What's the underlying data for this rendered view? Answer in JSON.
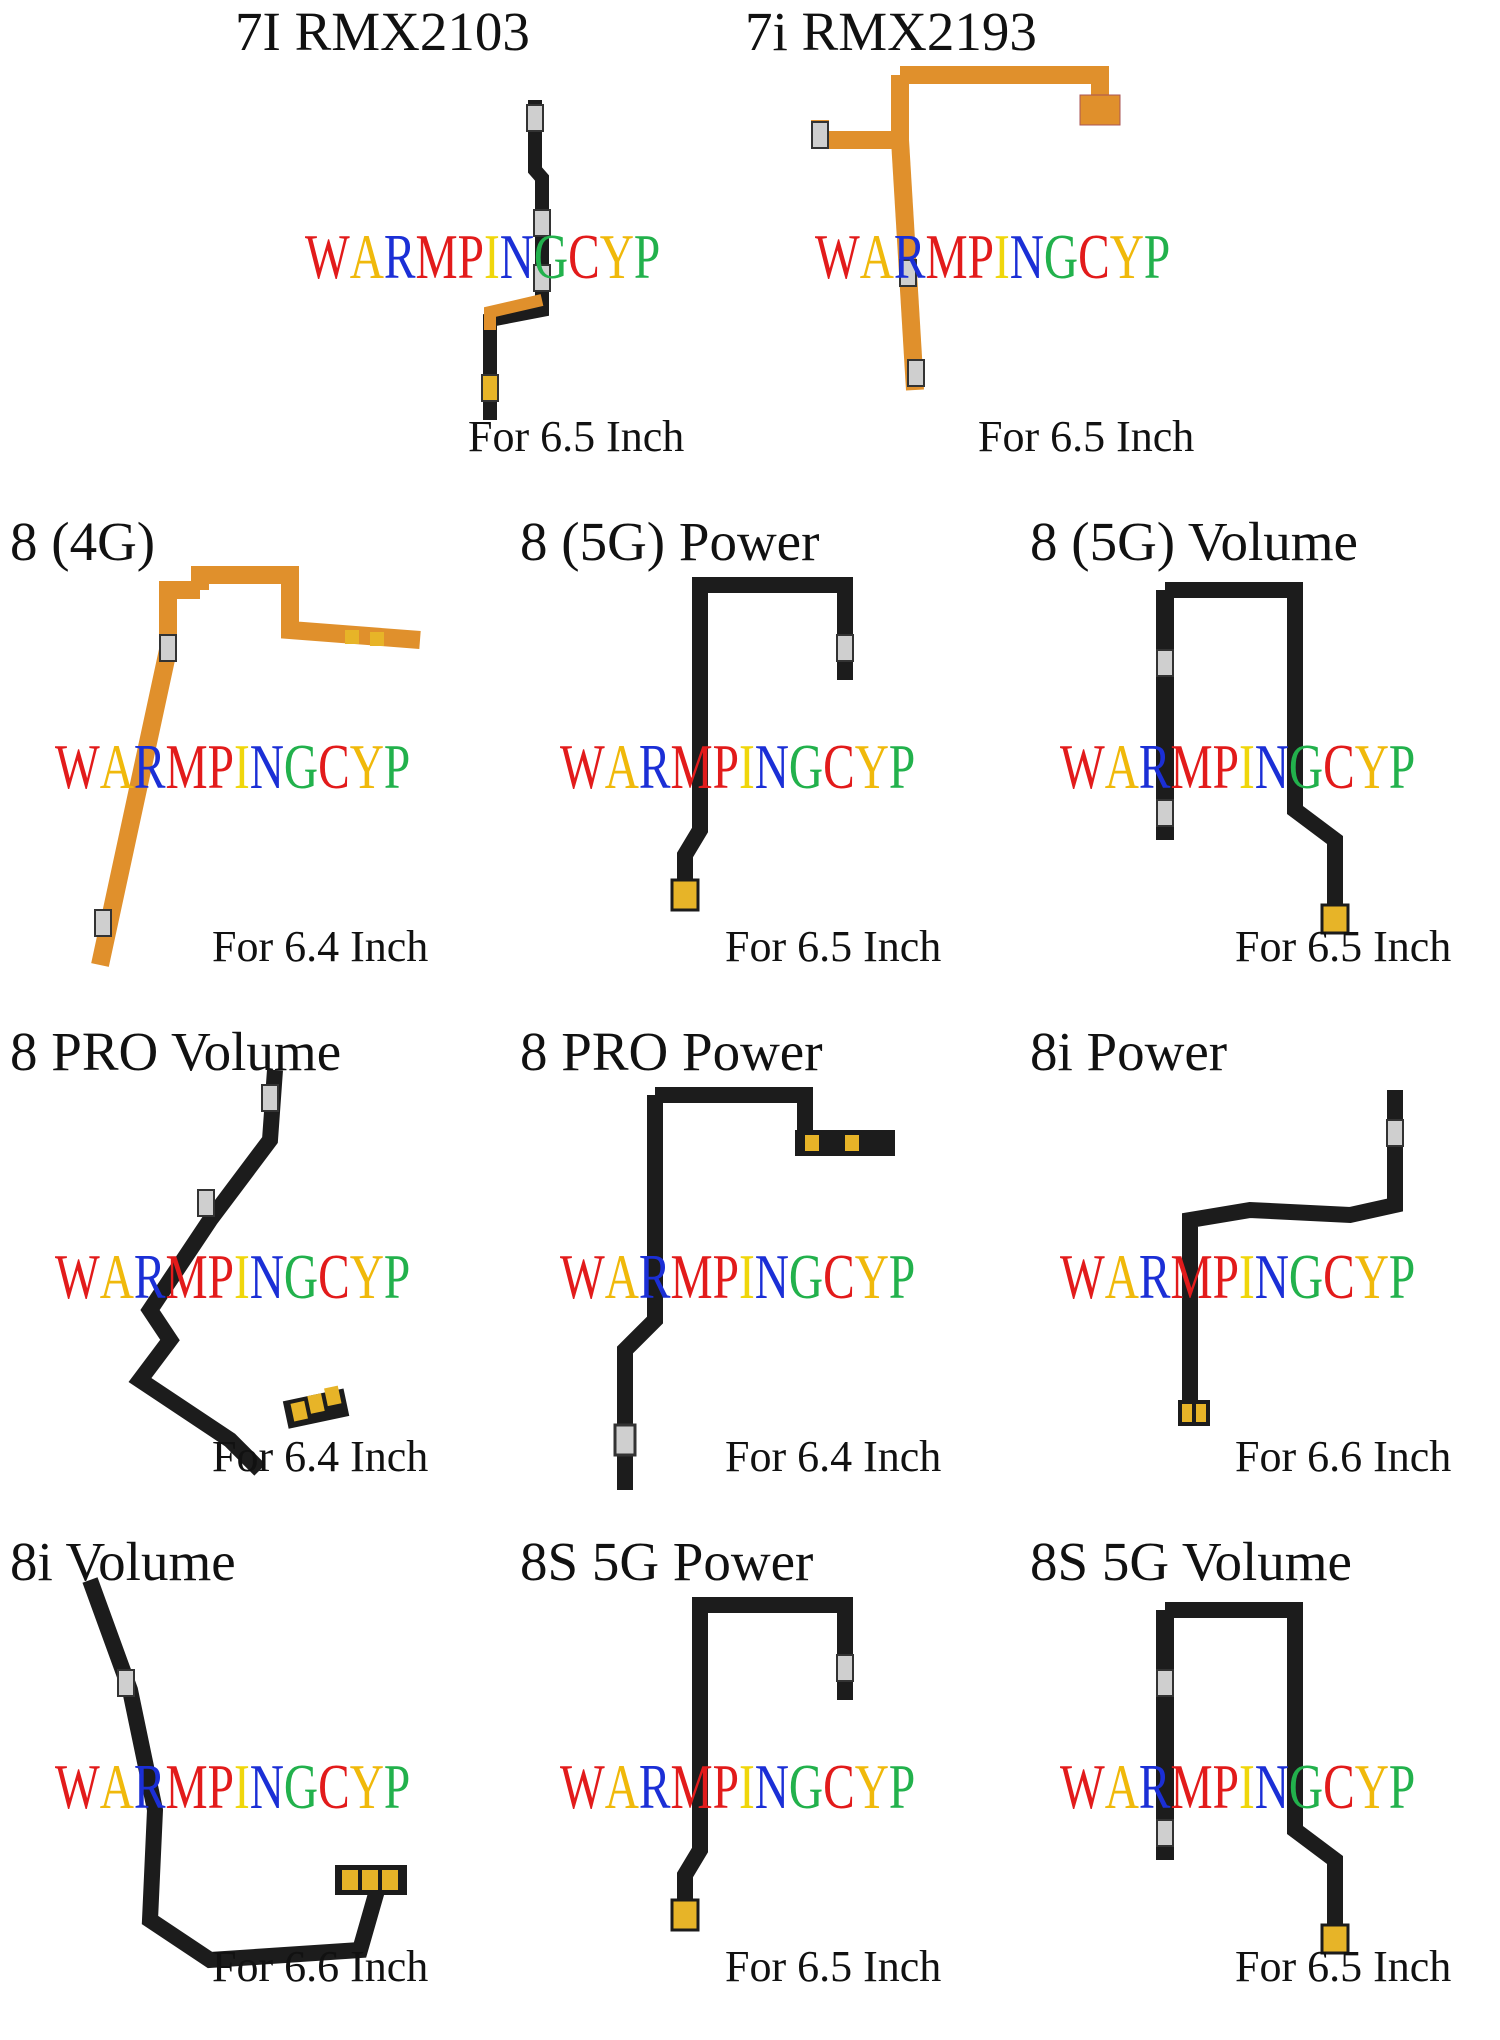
{
  "watermark": {
    "letters": [
      {
        "ch": "W",
        "color": "#e21b1b"
      },
      {
        "ch": "A",
        "color": "#f0b90b"
      },
      {
        "ch": "R",
        "color": "#1b2fd6"
      },
      {
        "ch": "M",
        "color": "#e21b1b"
      },
      {
        "ch": "P",
        "color": "#e21b1b"
      },
      {
        "ch": "I",
        "color": "#f0d60b"
      },
      {
        "ch": "N",
        "color": "#1b2fd6"
      },
      {
        "ch": "G",
        "color": "#22b14c"
      },
      {
        "ch": "C",
        "color": "#e21b1b"
      },
      {
        "ch": "Y",
        "color": "#f0b90b"
      },
      {
        "ch": "P",
        "color": "#22b14c"
      }
    ]
  },
  "cable_colors": {
    "flex_orange": "#e0902c",
    "flex_black": "#1c1c1c",
    "contact_gold": "#e7b428",
    "button_grey": "#cfcfcf"
  },
  "products": [
    {
      "title": "7I RMX2103",
      "size": "For 6.5 Inch",
      "cable": "orange-black"
    },
    {
      "title": "7i RMX2193",
      "size": "For 6.5 Inch",
      "cable": "orange"
    },
    {
      "title": "8 (4G)",
      "size": "For 6.4 Inch",
      "cable": "orange"
    },
    {
      "title": "8 (5G) Power",
      "size": "For 6.5 Inch",
      "cable": "black"
    },
    {
      "title": "8 (5G) Volume",
      "size": "For 6.5 Inch",
      "cable": "black"
    },
    {
      "title": "8 PRO Volume",
      "size": "For 6.4 Inch",
      "cable": "black"
    },
    {
      "title": "8 PRO Power",
      "size": "For 6.4 Inch",
      "cable": "black"
    },
    {
      "title": "8i Power",
      "size": "For 6.6 Inch",
      "cable": "black"
    },
    {
      "title": "8i Volume",
      "size": "For 6.6 Inch",
      "cable": "black"
    },
    {
      "title": "8S 5G Power",
      "size": "For 6.5 Inch",
      "cable": "black"
    },
    {
      "title": "8S 5G Volume",
      "size": "For 6.5 Inch",
      "cable": "black"
    }
  ]
}
